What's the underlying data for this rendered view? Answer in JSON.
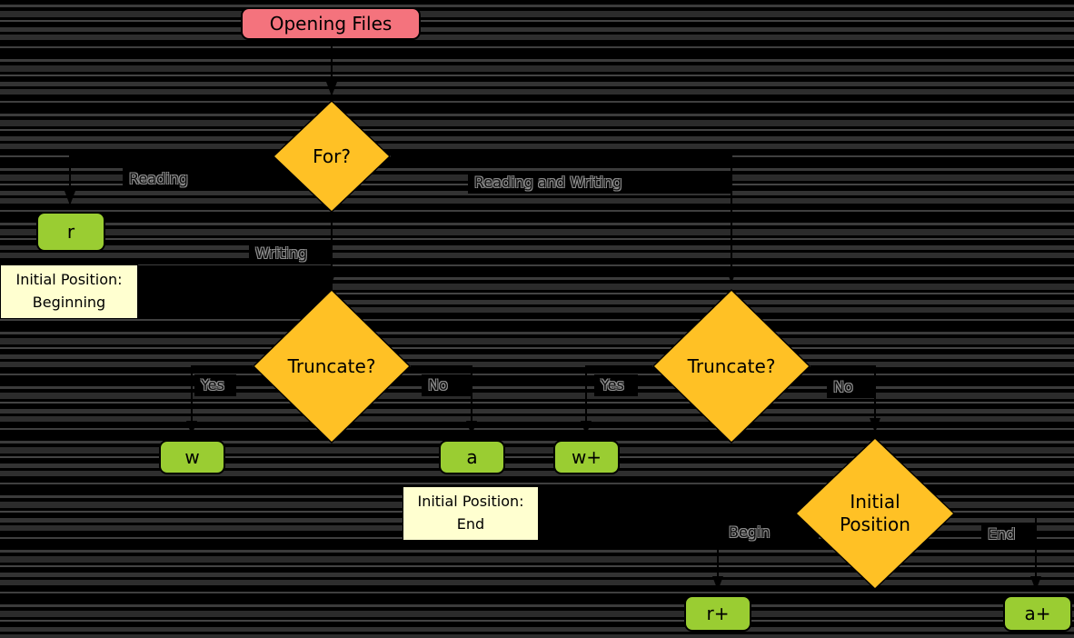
{
  "diagram": {
    "type": "flowchart",
    "topic": "Opening Files (file mode selection)"
  },
  "nodes": {
    "start": {
      "label": "Opening Files"
    },
    "for_decision": {
      "label": "For?"
    },
    "truncate_left": {
      "label": "Truncate?"
    },
    "truncate_right": {
      "label": "Truncate?"
    },
    "initial_position": {
      "line1": "Initial",
      "line2": "Position"
    },
    "r": {
      "label": "r"
    },
    "w": {
      "label": "w"
    },
    "a": {
      "label": "a"
    },
    "w_plus": {
      "label": "w+"
    },
    "r_plus": {
      "label": "r+"
    },
    "a_plus": {
      "label": "a+"
    }
  },
  "notes": {
    "beginning": {
      "line1": "Initial Position:",
      "line2": "Beginning"
    },
    "end": {
      "line1": "Initial Position:",
      "line2": "End"
    }
  },
  "edges": {
    "reading": "Reading",
    "writing": "Writing",
    "reading_and_writing": "Reading and Writing",
    "truncate_left_yes": "Yes",
    "truncate_left_no": "No",
    "truncate_right_yes": "Yes",
    "truncate_right_no": "No",
    "begin": "Begin",
    "end": "End"
  },
  "colors": {
    "start_bg": "#f4737d",
    "decision_bg": "#ffc125",
    "mode_bg": "#9acd32",
    "note_bg": "#ffffd0",
    "connector": "#000000",
    "background": "#000000",
    "stripe": "#3a3a3a"
  }
}
